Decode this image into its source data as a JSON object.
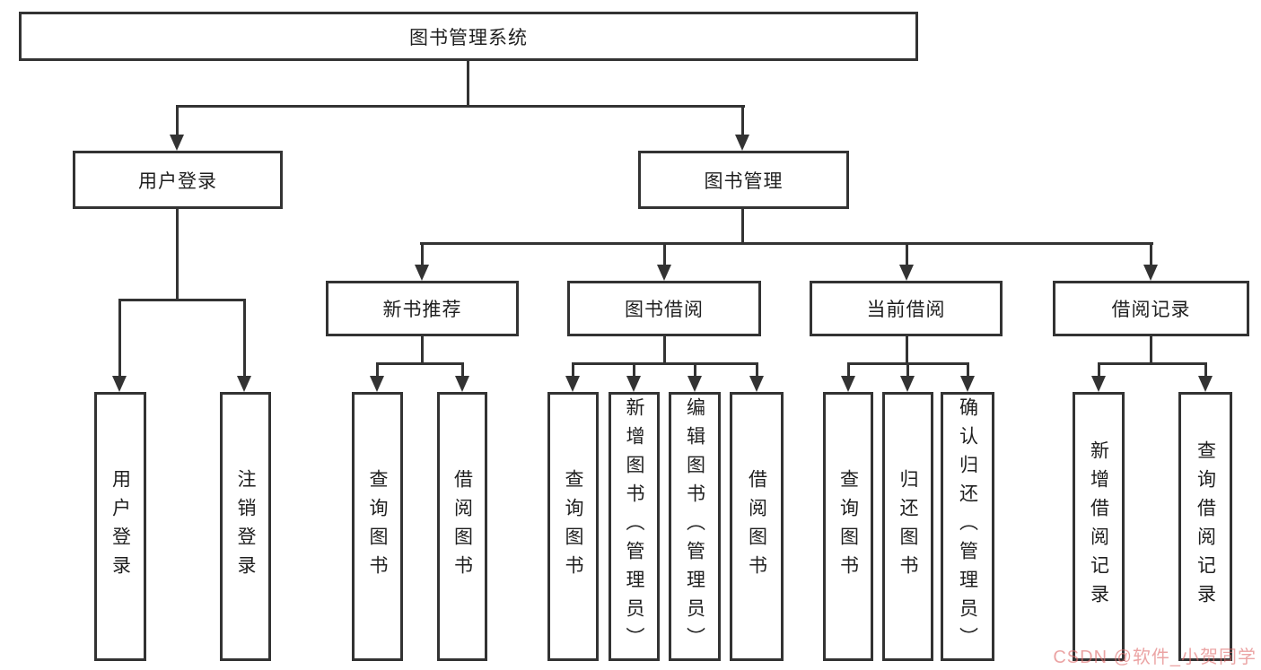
{
  "colors": {
    "line": "#333333",
    "box_border": "#333333",
    "text": "#1f1f1f",
    "background": "#ffffff",
    "watermark": "#de6c6c"
  },
  "watermark": {
    "text": "CSDN @软件_小贺同学"
  },
  "diagram": {
    "type": "hierarchy-tree",
    "root": {
      "label": "图书管理系统"
    },
    "branches": [
      {
        "label": "用户登录",
        "children": [
          {
            "label": "用户登录"
          },
          {
            "label": "注销登录"
          }
        ]
      },
      {
        "label": "图书管理",
        "children": [
          {
            "label": "新书推荐",
            "children": [
              {
                "label": "查询图书"
              },
              {
                "label": "借阅图书"
              }
            ]
          },
          {
            "label": "图书借阅",
            "children": [
              {
                "label": "查询图书"
              },
              {
                "label": "新增图书（管理员）"
              },
              {
                "label": "编辑图书（管理员）"
              },
              {
                "label": "借阅图书"
              }
            ]
          },
          {
            "label": "当前借阅",
            "children": [
              {
                "label": "查询图书"
              },
              {
                "label": "归还图书"
              },
              {
                "label": "确认归还（管理员）"
              }
            ]
          },
          {
            "label": "借阅记录",
            "children": [
              {
                "label": "新增借阅记录"
              },
              {
                "label": "查询借阅记录"
              }
            ]
          }
        ]
      }
    ]
  }
}
